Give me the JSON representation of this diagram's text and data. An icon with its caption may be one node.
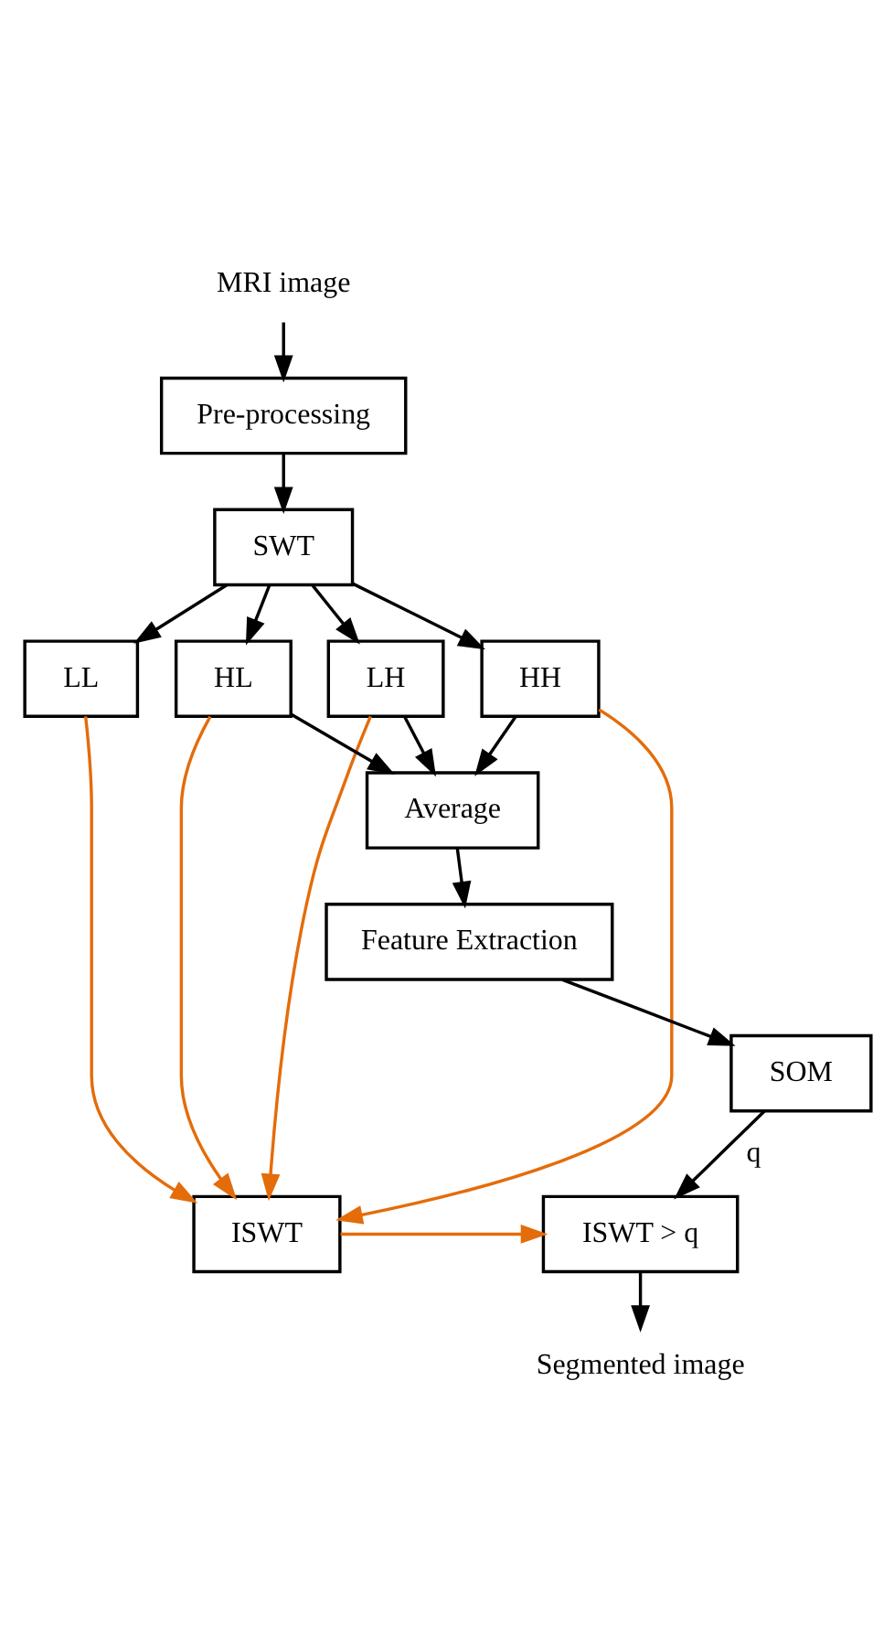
{
  "diagram": {
    "nodes": [
      {
        "text": [
          "MRI image"
        ]
      },
      {
        "text": [
          "Pre-processing"
        ]
      },
      {
        "text": [
          "SWT"
        ]
      },
      {
        "text": [
          "LL"
        ]
      },
      {
        "text": [
          "LH"
        ]
      },
      {
        "text": [
          "HL"
        ]
      },
      {
        "text": [
          "HH"
        ]
      },
      {
        "text": [
          "Average"
        ]
      },
      {
        "text": [
          "Feature Extraction"
        ]
      },
      {
        "text": [
          "SOM"
        ]
      },
      {
        "text": [
          "ISWT"
        ]
      },
      {
        "text": [
          "ISWT > q"
        ]
      },
      {
        "text": [
          "Segmented image"
        ]
      }
    ],
    "edges": [
      {
        "from": 0,
        "to": 1,
        "arrow": "to"
      },
      {
        "from": 1,
        "to": 2,
        "arrow": "to"
      },
      {
        "from": 2,
        "to": 3,
        "arrow": "to"
      },
      {
        "from": 2,
        "to": 4,
        "arrow": "to"
      },
      {
        "from": 2,
        "to": 5,
        "arrow": "to"
      },
      {
        "from": 2,
        "to": 6,
        "arrow": "to"
      },
      {
        "from": 4,
        "to": 7,
        "arrow": "to"
      },
      {
        "from": 5,
        "to": 7,
        "arrow": "to"
      },
      {
        "from": 6,
        "to": 7,
        "arrow": "to"
      },
      {
        "from": 3,
        "to": 10,
        "arrow": "to",
        "color": "#e46c0a"
      },
      {
        "from": 4,
        "to": 10,
        "arrow": "to",
        "color": "#e46c0a"
      },
      {
        "from": 5,
        "to": 10,
        "arrow": "to",
        "color": "#e46c0a"
      },
      {
        "from": 6,
        "to": 10,
        "arrow": "to",
        "color": "#e46c0a"
      },
      {
        "from": 7,
        "to": 8,
        "arrow": "to"
      },
      {
        "from": 8,
        "to": 9,
        "arrow": "to"
      },
      {
        "from": 9,
        "to": 11,
        "arrow": "to",
        "label": "q"
      },
      {
        "from": 10,
        "to": 11,
        "arrow": "to",
        "color": "#e46c0a"
      },
      {
        "from": 11,
        "to": 12,
        "arrow": "to"
      }
    ]
  }
}
